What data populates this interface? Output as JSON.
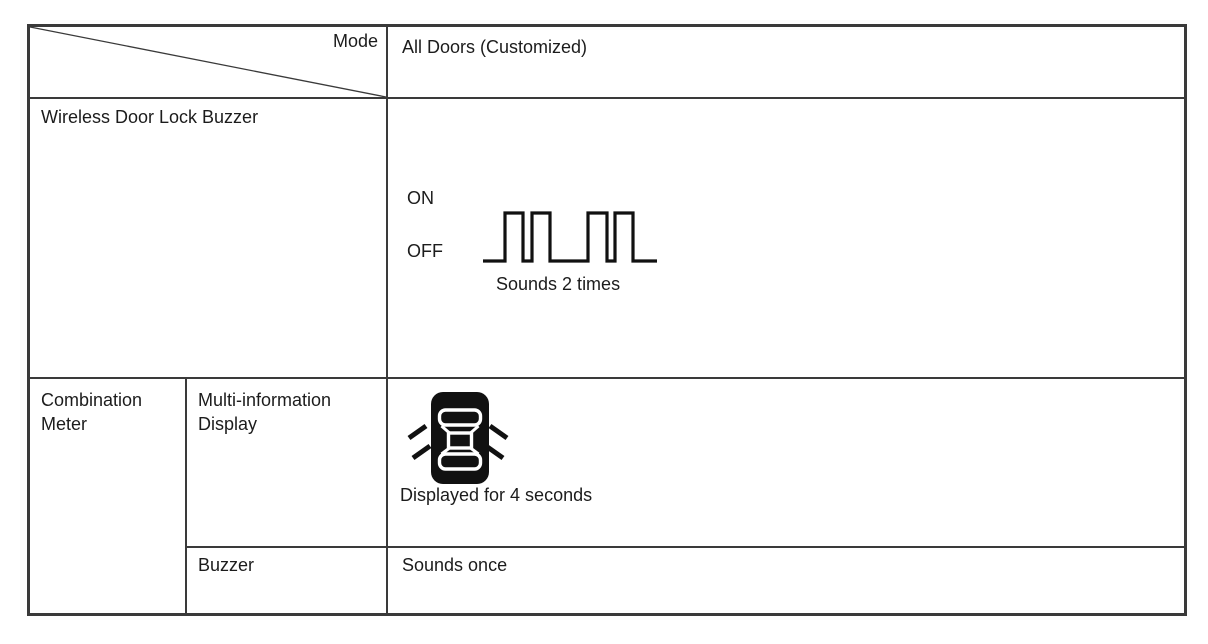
{
  "colors": {
    "border": "#3a3a3a",
    "text": "#1c1c1c",
    "icon_fill": "#111111",
    "background": "#ffffff"
  },
  "table": {
    "mode_header_label": "Mode",
    "mode_value": "All Doors (Customized)",
    "wireless_row": {
      "label": "Wireless Door Lock Buzzer",
      "on_label": "ON",
      "off_label": "OFF",
      "waveform_caption": "Sounds 2 times",
      "waveform_icon": "buzzer-pulse-waveform-2-double-beeps"
    },
    "combination_meter_row": {
      "label": "Combination Meter",
      "sub_rows": [
        {
          "label": "Multi-information Display",
          "icon": "car-top-view-unlock-indicator",
          "value": "Displayed for 4 seconds"
        },
        {
          "label": "Buzzer",
          "value": "Sounds once"
        }
      ]
    }
  }
}
